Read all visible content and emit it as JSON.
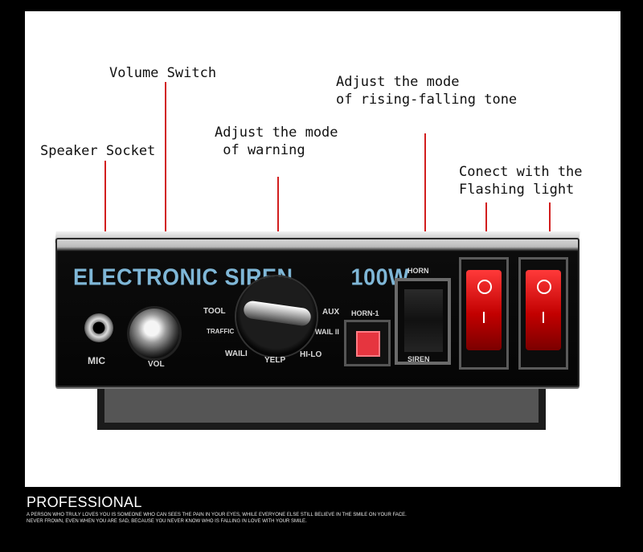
{
  "annotations": {
    "volume_switch": "Volume Switch",
    "speaker_socket": "Speaker Socket",
    "warning_mode": "Adjust the mode\n of warning",
    "tone_mode": "Adjust the mode\nof rising-falling tone",
    "flashing_light": "Conect with the\nFlashing light"
  },
  "device": {
    "title": "ELECTRONIC SIREN",
    "title_power": "100W",
    "labels": {
      "mic": "MIC",
      "vol": "VOL",
      "tool": "TOOL",
      "traffic": "TRAFFIC",
      "waili": "WAILI",
      "yelp": "YELP",
      "aux": "AUX",
      "wail2": "WAIL II",
      "hilo": "HI-LO",
      "horn1": "HORN-1",
      "horn": "HORN",
      "siren": "SIREN"
    }
  },
  "footer": {
    "title": "PROFESSIONAL",
    "line1": "A PERSON WHO TRULY LOVES YOU IS SOMEONE WHO CAN SEES THE PAIN IN YOUR EYES, WHILE EVERYONE ELSE STILL BELIEVE IN THE SMILE ON YOUR FACE.",
    "line2": "NEVER FROWN, EVEN WHEN YOU ARE SAD, BECAUSE YOU NEVER KNOW WHO IS FALLING IN LOVE WITH YOUR SMILE."
  },
  "colors": {
    "leader": "#d21e1e",
    "panel_title": "#7fb7d7",
    "switch_red": "#e00000"
  }
}
